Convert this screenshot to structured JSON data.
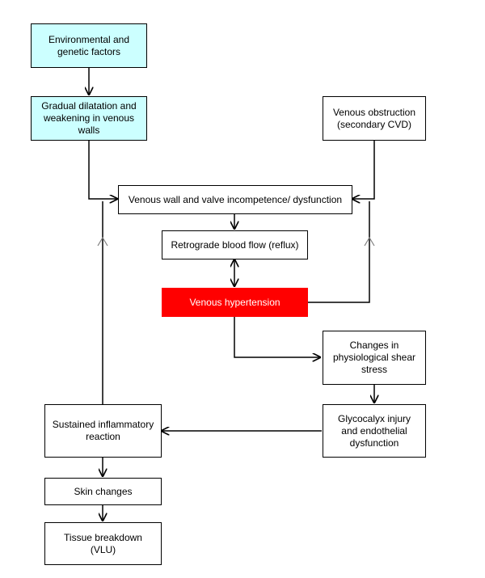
{
  "nodes": {
    "environmental": "Environmental and\ngenetic factors",
    "dilatation": "Gradual dilatation and\nweakening in venous\nwalls",
    "obstruction": "Venous obstruction\n(secondary CVD)",
    "incompetence": "Venous wall and valve incompetence/ dysfunction",
    "reflux": "Retrograde blood flow (reflux)",
    "hypertension": "Venous hypertension",
    "shear_stress": "Changes in\nphysiological shear\nstress",
    "glycocalyx": "Glycocalyx injury\nand endothelial\ndysfunction",
    "inflammatory": "Sustained inflammatory\nreaction",
    "skin": "Skin changes",
    "tissue": "Tissue breakdown\n(VLU)"
  },
  "colors": {
    "input_fill": "#ccffff",
    "hypertension_fill": "#ff0000",
    "line": "#000000",
    "feedback_arrowhead": "#7f7f7f"
  }
}
